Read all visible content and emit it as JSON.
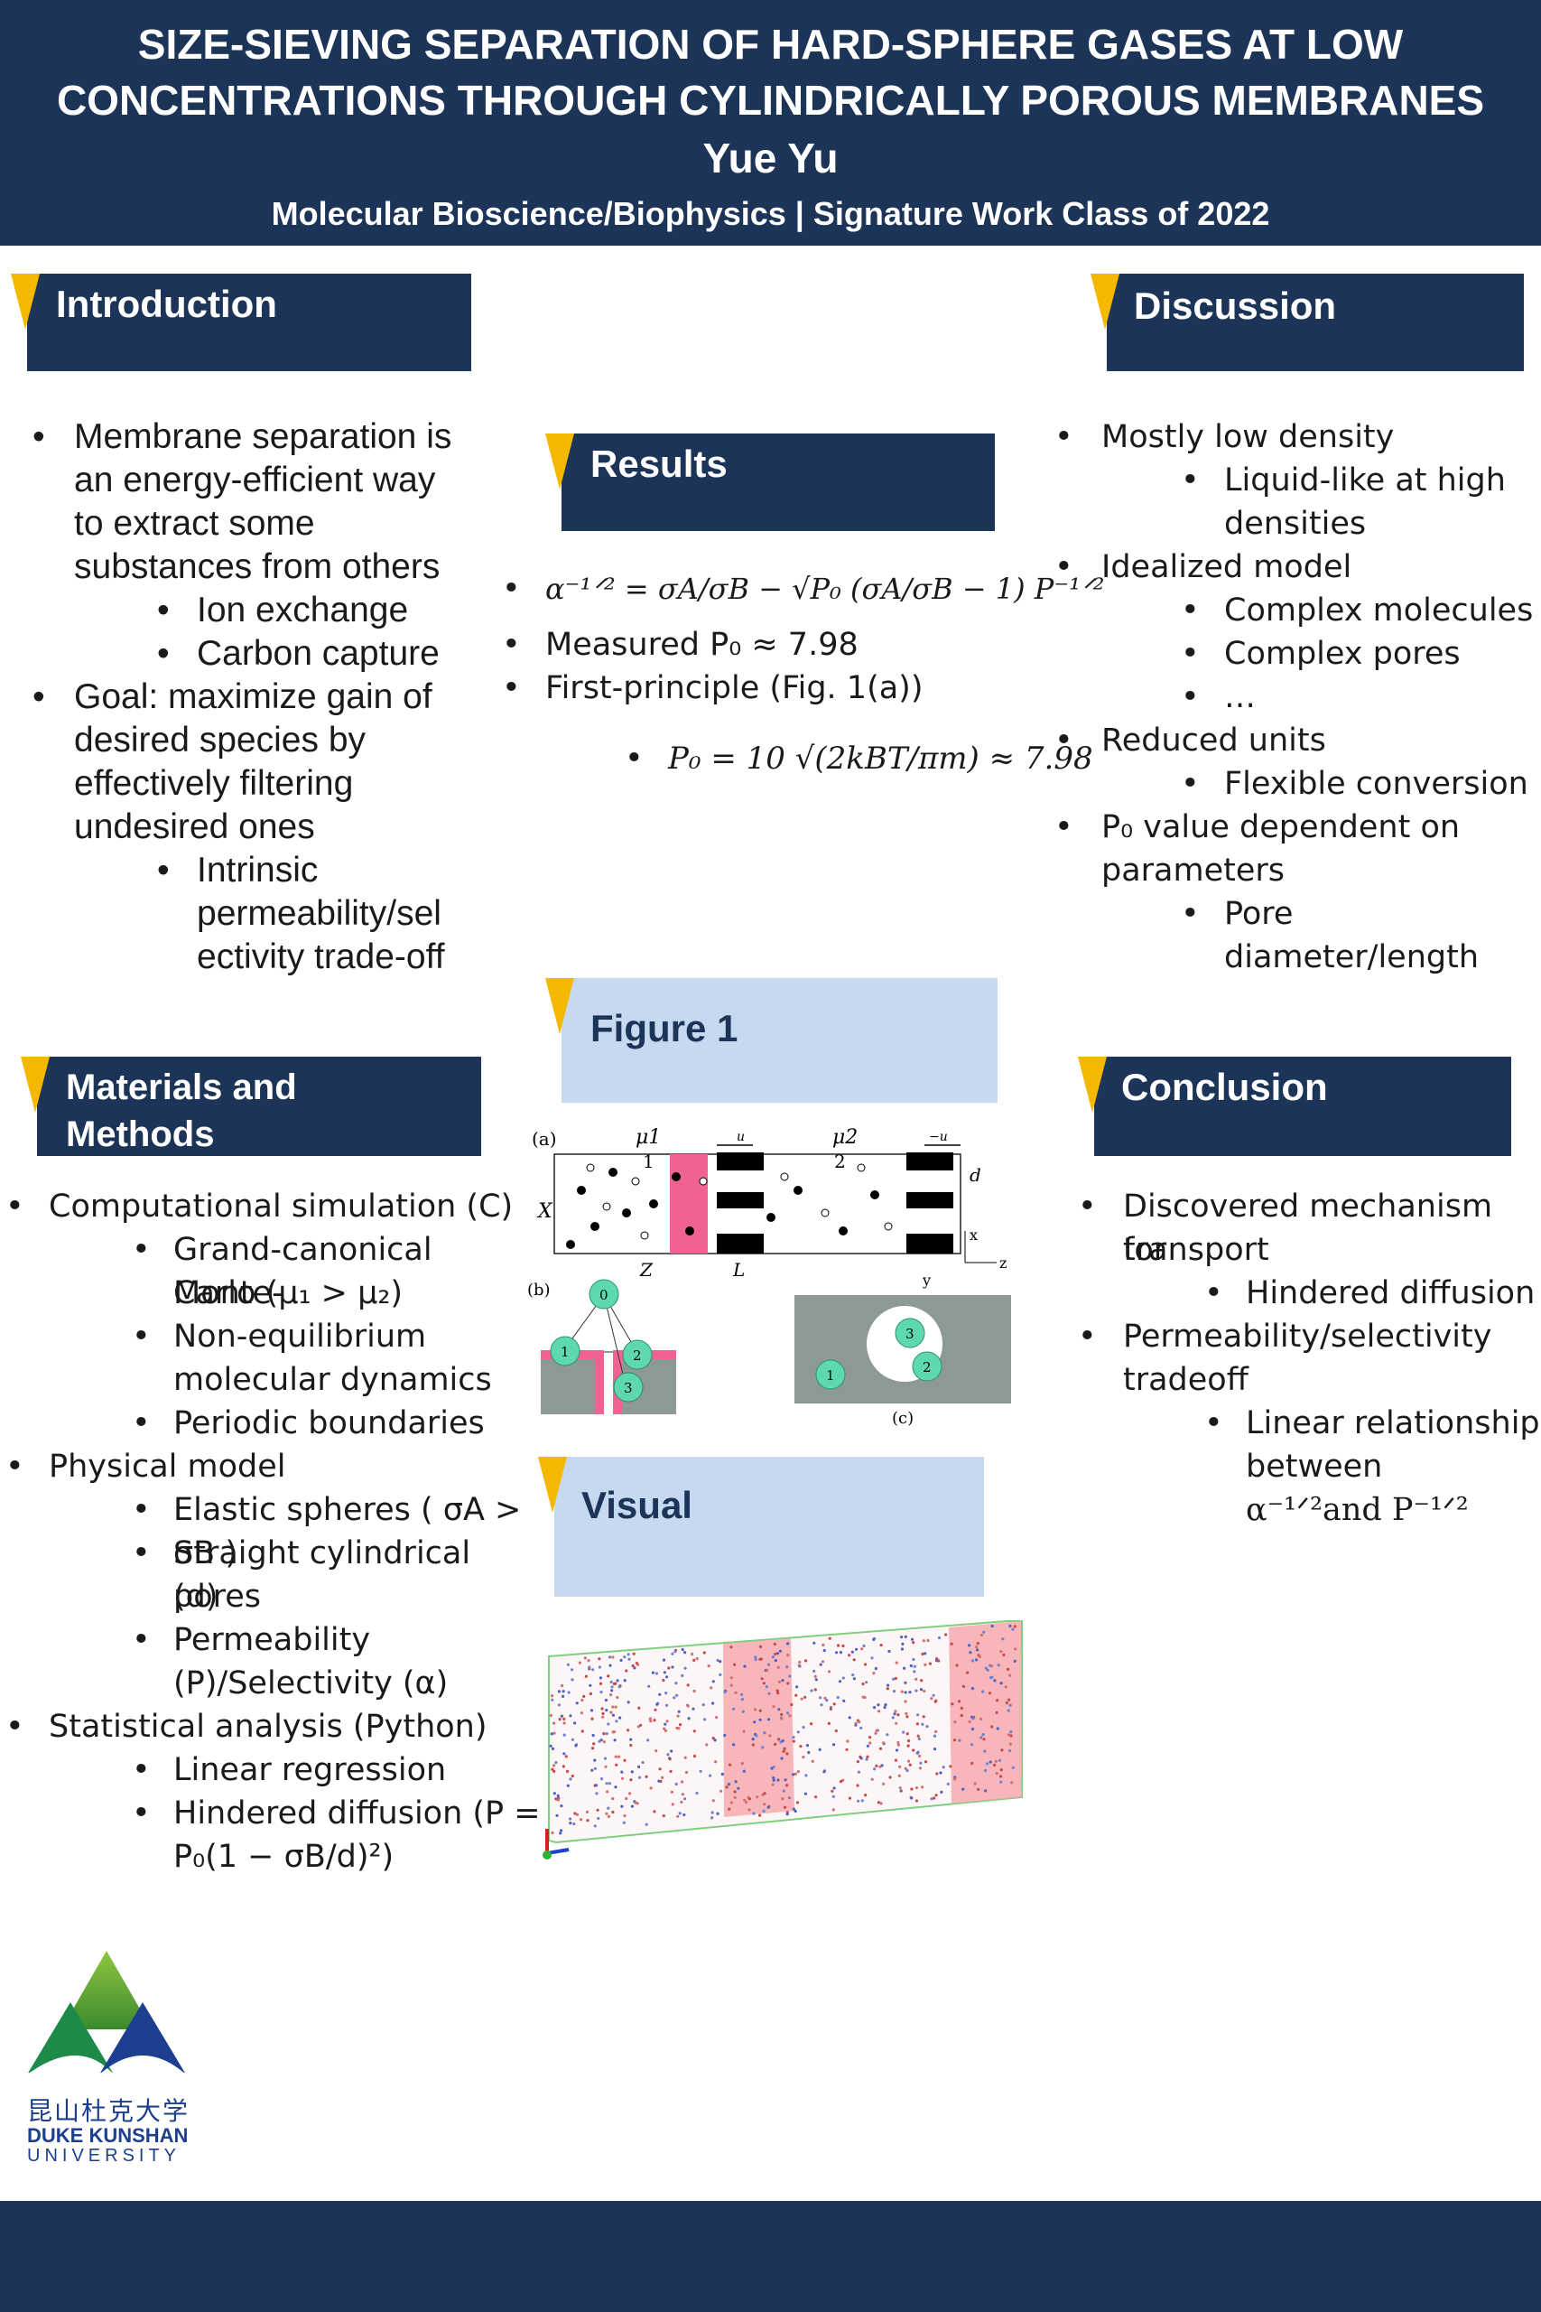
{
  "header": {
    "title_line1": "SIZE-SIEVING SEPARATION OF HARD-SPHERE GASES AT LOW",
    "title_line2": "CONCENTRATIONS THROUGH CYLINDRICALLY POROUS MEMBRANES",
    "author": "Yue Yu",
    "affiliation": "Molecular Bioscience/Biophysics | Signature Work Class of 2022"
  },
  "introduction": {
    "heading": "Introduction",
    "lines": [
      "Membrane separation is",
      "an energy-efficient way",
      "to extract some",
      "substances from others",
      "Ion exchange",
      "Carbon capture",
      "Goal: maximize gain of",
      "desired species by",
      "effectively filtering",
      "undesired ones",
      "Intrinsic",
      "permeability/sel",
      "ectivity trade-off"
    ]
  },
  "results": {
    "heading": "Results",
    "eq1": "α⁻¹ᐟ² = σA/σB − √P₀ (σA/σB − 1) P⁻¹ᐟ²",
    "measured": "Measured P₀ ≈ 7.98",
    "first_principle": "First-principle (Fig. 1(a))",
    "eq2": "P₀ = 10 √(2kBT/πm) ≈ 7.98"
  },
  "discussion": {
    "heading": "Discussion",
    "lines": [
      "Mostly low density",
      "Liquid-like at high",
      "densities",
      "Idealized model",
      "Complex molecules",
      "Complex pores",
      "…",
      "Reduced units",
      "Flexible conversion",
      "P₀ value dependent on",
      "parameters",
      "Pore diameter/length"
    ]
  },
  "figure1": {
    "heading": "Figure 1",
    "labels": {
      "a": "(a)",
      "b": "(b)",
      "c": "(c)",
      "mu1": "μ1",
      "mu2": "μ2",
      "one": "1",
      "two": "2",
      "u": "u",
      "neg_u": "−u",
      "d": "d",
      "X": "X",
      "Z": "Z",
      "L": "L",
      "x": "x",
      "y": "y",
      "z": "z",
      "n0": "0",
      "n1": "1",
      "n2": "2",
      "n3": "3"
    }
  },
  "materials": {
    "heading_line1": "Materials and",
    "heading_line2": "Methods",
    "lines": [
      "Computational simulation (C)",
      "Grand-canonical Monte-",
      "Carlo (μ₁ > μ₂)",
      "Non-equilibrium",
      "molecular dynamics",
      "Periodic boundaries",
      "Physical model",
      "Elastic spheres ( σA > σB )",
      "Straight cylindrical pores",
      "(d)",
      "Permeability",
      "(P)/Selectivity (α)",
      "Statistical analysis (Python)",
      "Linear regression",
      "Hindered diffusion (P =",
      "P₀(1 − σB/d)²)"
    ]
  },
  "visual": {
    "heading": "Visual"
  },
  "conclusion": {
    "heading": "Conclusion",
    "lines": [
      "Discovered mechanism for",
      "transport",
      "Hindered diffusion",
      "Permeability/selectivity",
      "tradeoff",
      "Linear relationship",
      "between",
      "α⁻¹ᐟ²and P⁻¹ᐟ²"
    ]
  },
  "logo": {
    "chinese": "昆山杜克大学",
    "line1": "DUKE KUNSHAN",
    "line2": "UNIVERSITY"
  },
  "colors": {
    "navy": "#1c3458",
    "accent": "#f5b800",
    "light": "#c6d9f1",
    "pink": "#f0628f"
  }
}
